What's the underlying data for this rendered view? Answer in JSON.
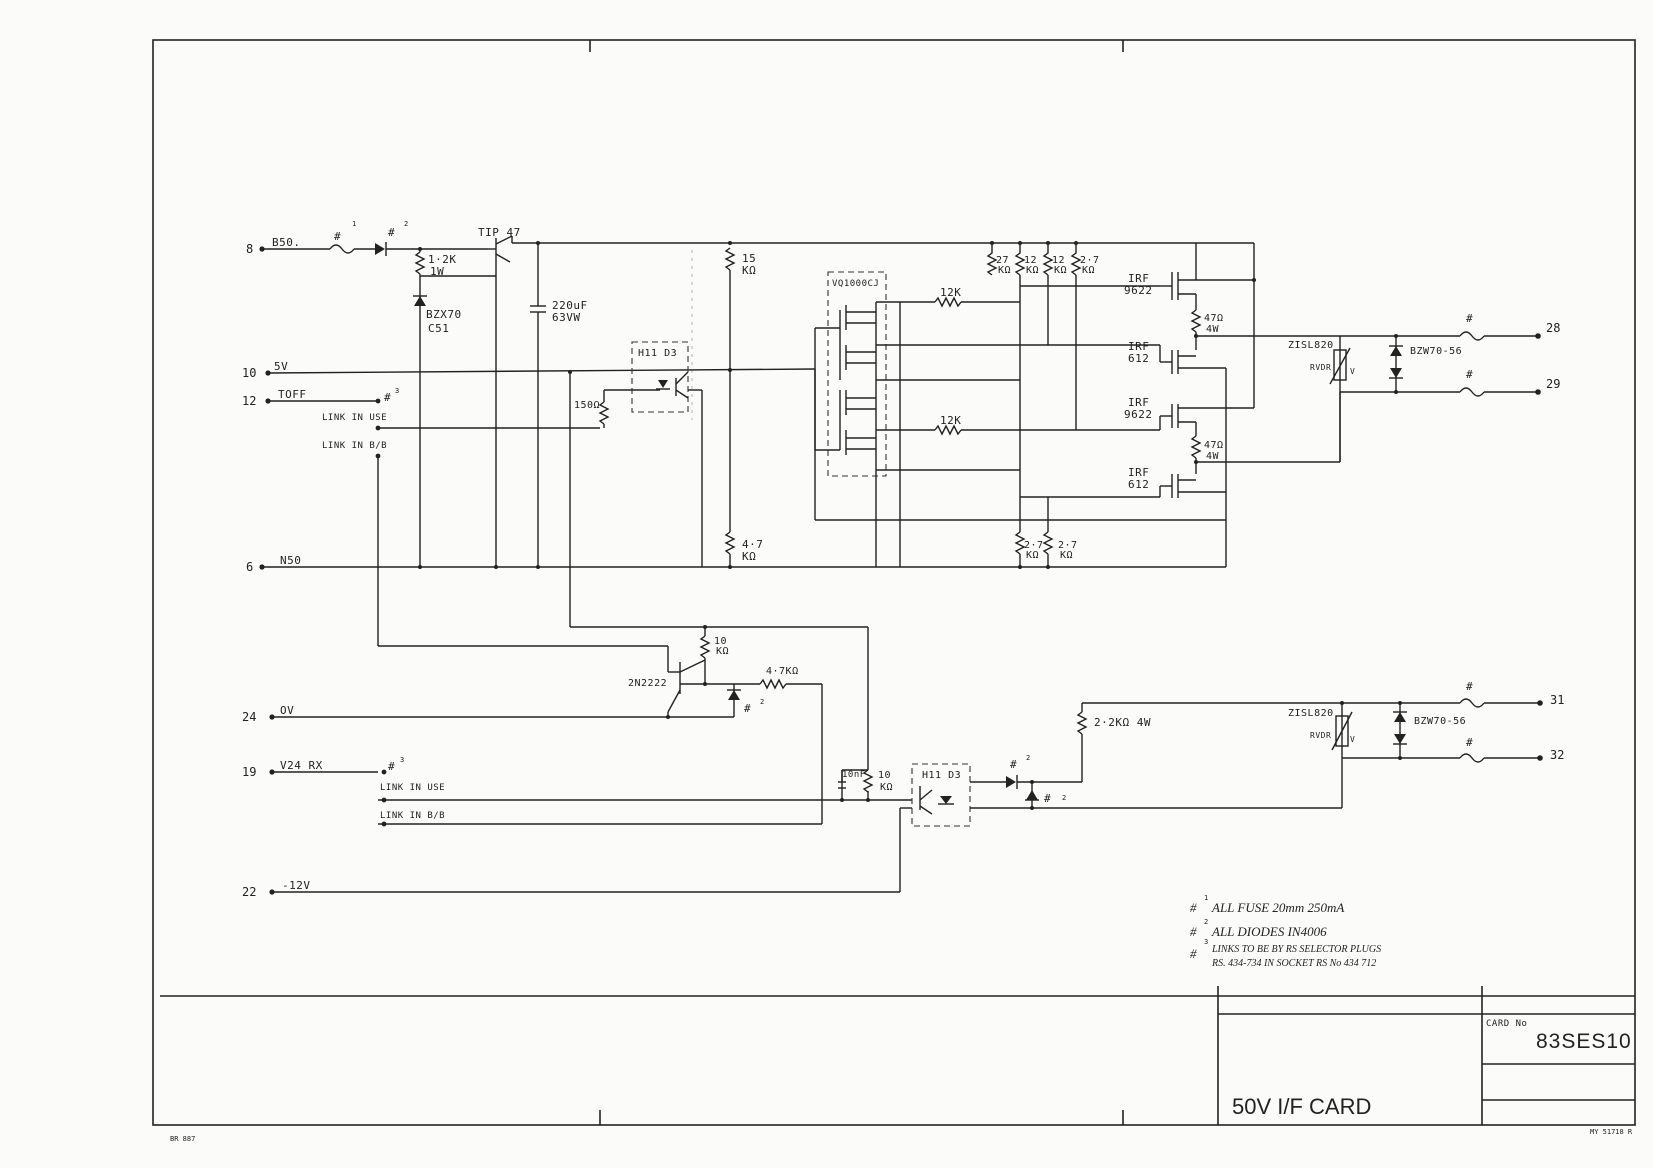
{
  "pins": {
    "p8": "8",
    "p8_label": "B50.",
    "p10": "10",
    "p10_label": "5V",
    "p12": "12",
    "p12_label": "TOFF",
    "p6": "6",
    "p6_label": "N50",
    "p24": "24",
    "p24_label": "OV",
    "p19": "19",
    "p19_label": "V24 RX",
    "p22": "22",
    "p22_label": "-12V",
    "p28": "28",
    "p29": "29",
    "p31": "31",
    "p32": "32"
  },
  "links": {
    "upper_use": "LINK IN USE",
    "upper_bb": "LINK IN B/B",
    "lower_use": "LINK IN USE",
    "lower_bb": "LINK IN B/B"
  },
  "components": {
    "fuse_mark": "#",
    "n1": "1",
    "n2": "2",
    "n3": "3",
    "tip47": "TIP 47",
    "r12k_a": "1·2K",
    "r12k_b": "1W",
    "zener_a": "BZX70",
    "zener_b": "C51",
    "cap_a": "220uF",
    "cap_b": "63VW",
    "r15k_a": "15",
    "r15k_b": "KΩ",
    "h11d3_top": "H11 D3",
    "r150": "150Ω",
    "vq": "VQ1000CJ",
    "r12k_1": "12K",
    "r12k_2": "12K",
    "rr1_a": "27",
    "rr1_b": "KΩ",
    "rr2_a": "12",
    "rr2_b": "KΩ",
    "rr3_a": "12",
    "rr3_b": "KΩ",
    "rr4_a": "2·7",
    "rr4_b": "KΩ",
    "irf1_a": "IRF",
    "irf1_b": "9622",
    "irf2_a": "IRF",
    "irf2_b": "612",
    "irf3_a": "IRF",
    "irf3_b": "9622",
    "irf4_a": "IRF",
    "irf4_b": "612",
    "r47a_a": "47Ω",
    "r47a_b": "4W",
    "r47b_a": "47Ω",
    "r47b_b": "4W",
    "zsl_top": "ZISL820",
    "rvdr_top": "RVDR",
    "bzw_top": "BZW70-56",
    "r47k_a": "4·7",
    "r47k_b": "KΩ",
    "rb1_a": "2·7",
    "rb1_b": "KΩ",
    "rb2_a": "2·7",
    "rb2_b": "KΩ",
    "r10k_a": "10",
    "r10k_b": "KΩ",
    "q2n": "2N2222",
    "r47kr": "4·7KΩ",
    "c10n": "10nF",
    "r10k2_a": "10",
    "r10k2_b": "KΩ",
    "h11d3_bot": "H11 D3",
    "r22k": "2·2KΩ 4W",
    "zsl_bot": "ZISL820",
    "rvdr_bot": "RVDR",
    "bzw_bot": "BZW70-56",
    "v": "V"
  },
  "notes": {
    "n1": "ALL FUSE 20mm 250mA",
    "n2": "ALL DIODES IN4006",
    "n3a": "LINKS TO BE BY RS SELECTOR PLUGS",
    "n3b": "RS. 434-734 IN SOCKET RS No 434 712"
  },
  "title_block": {
    "card_no_label": "CARD No",
    "card_no": "83SES10",
    "title": "50V I/F CARD",
    "drawing_ref": "BR 887",
    "sheet_ref": "MY 51718 R"
  }
}
